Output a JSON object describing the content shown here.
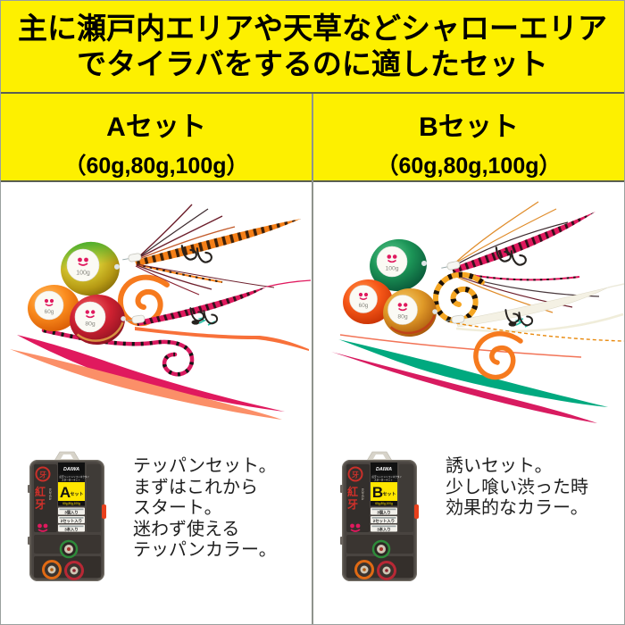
{
  "header": {
    "line1": "主に瀬戸内エリアや天草などシャローエリア",
    "line2": "でタイラバをするのに適したセット"
  },
  "columns": [
    {
      "title": "Aセット",
      "weights": "（60g,80g,100g）",
      "photo": {
        "head_weights": [
          "100g",
          "60g",
          "80g"
        ]
      },
      "case": {
        "brand": "DAIWA",
        "product_line1": "紅牙ヘッドシリコンネクタイ",
        "product_line2": "スターターキット",
        "set_letter": "A",
        "set_word": "セット",
        "weight_bar": "60g,80g,100g",
        "contents": [
          "3個入り",
          "2セット入り",
          "3本入り"
        ],
        "crest": "牙",
        "side_kanji_1": "紅",
        "side_kanji_2": "牙",
        "side_roman": "KOHGA"
      },
      "description_lines": [
        "テッパンセット。",
        "まずはこれから",
        "スタート。",
        "迷わず使える",
        "テッパンカラー。"
      ]
    },
    {
      "title": "Bセット",
      "weights": "（60g,80g,100g）",
      "photo": {
        "head_weights": [
          "100g",
          "60g",
          "80g"
        ]
      },
      "case": {
        "brand": "DAIWA",
        "product_line1": "紅牙ヘッドシリコンネクタイ",
        "product_line2": "スターターキット",
        "set_letter": "B",
        "set_word": "セット",
        "weight_bar": "60g,80g,100g",
        "contents": [
          "3個入り",
          "2セット入り",
          "3本入り"
        ],
        "crest": "牙",
        "side_kanji_1": "紅",
        "side_kanji_2": "牙",
        "side_roman": "KOHGA"
      },
      "description_lines": [
        "誘いセット。",
        "少し喰い渋った時",
        "効果的なカラー。"
      ]
    }
  ],
  "colors": {
    "header_bg": "#fdf000",
    "header_text": "#000000",
    "divider_dark": "#5a5f52",
    "divider_light": "#8f938d",
    "latch_red": "#e8401c",
    "label_yellow": "#ffe600",
    "tie_orange": "#f57f17",
    "tie_magenta": "#e0195e",
    "tie_salmon": "#fb8f68",
    "tie_green": "#00a97f",
    "kohga_red": "#c9302a"
  }
}
